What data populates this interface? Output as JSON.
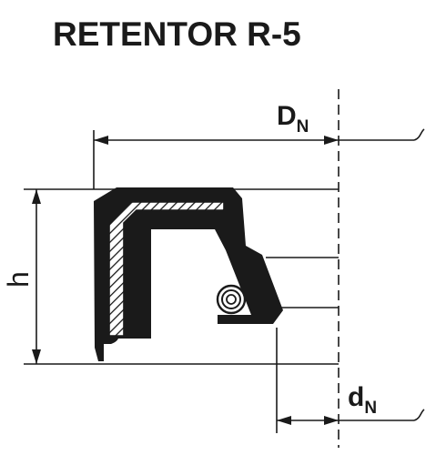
{
  "title": "RETENTOR R-5",
  "dimensions": {
    "outer_diameter": {
      "letter": "D",
      "subscript": "N"
    },
    "inner_diameter": {
      "letter": "d",
      "subscript": "N"
    },
    "height": {
      "letter": "h"
    }
  },
  "colors": {
    "ink": "#1a1a1a",
    "background": "#ffffff"
  }
}
